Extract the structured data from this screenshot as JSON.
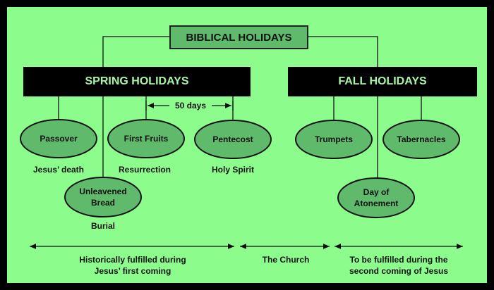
{
  "title": "BIBLICAL HOLIDAYS",
  "spring": {
    "label": "SPRING HOLIDAYS",
    "interval": "50 days",
    "holidays": [
      {
        "name": "Passover",
        "meaning": "Jesus’ death"
      },
      {
        "name": "Unleavened Bread",
        "meaning": "Burial"
      },
      {
        "name": "First Fruits",
        "meaning": "Resurrection"
      },
      {
        "name": "Pentecost",
        "meaning": "Holy Spirit"
      }
    ]
  },
  "fall": {
    "label": "FALL HOLIDAYS",
    "holidays": [
      {
        "name": "Trumpets"
      },
      {
        "name": "Day of Atonement"
      },
      {
        "name": "Tabernacles"
      }
    ]
  },
  "timeline": [
    {
      "label": "Historically fulfilled during Jesus’ first coming"
    },
    {
      "label": "The Church"
    },
    {
      "label": "To be fulfilled during the second coming of Jesus"
    }
  ],
  "colors": {
    "background": "#8cfd8c",
    "ellipse": "#5fbb6b",
    "bar": "#000000",
    "bar_text": "#a8f5a8"
  }
}
